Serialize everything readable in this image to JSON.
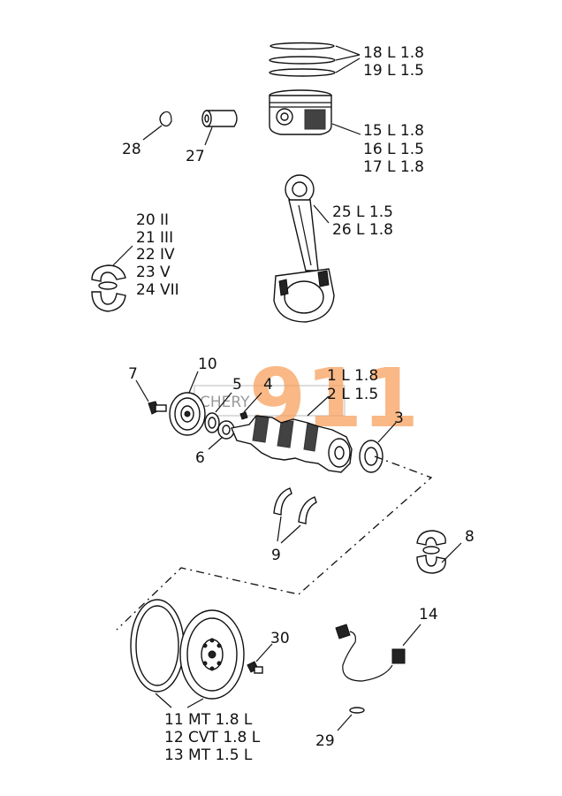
{
  "watermark": {
    "brand": "CHERY",
    "number": "911",
    "accent": "#f7a15e"
  },
  "labels": {
    "l18": "18 L 1.8",
    "l19": "19 L 1.5",
    "l15": "15  L 1.8",
    "l16": "16  L 1.5",
    "l17": "17  L 1.8",
    "l28": "28",
    "l27": "27",
    "l25": "25  L 1.5",
    "l26": "26  L 1.8",
    "l20": "20 II",
    "l21": "21 III",
    "l22": "22 IV",
    "l23": "23 V",
    "l24": "24 VII",
    "l7": "7",
    "l10": "10",
    "l5": "5",
    "l4": "4",
    "l1": "1 L 1.8",
    "l2": "2 L 1.5",
    "l3": "3",
    "l6": "6",
    "l9": "9",
    "l8": "8",
    "l14": "14",
    "l30": "30",
    "l11": "11  MT 1.8 L",
    "l12": "12  CVT 1.8 L",
    "l13": "13  MT 1.5 L",
    "l29": "29"
  },
  "icons": [
    "piston-ring-icon",
    "piston-icon",
    "piston-pin-icon",
    "circlip-icon",
    "connecting-rod-icon",
    "bearing-shell-icon",
    "bolt-icon",
    "pulley-icon",
    "crankshaft-icon",
    "seal-icon",
    "thrust-washer-icon",
    "flywheel-icon",
    "sensor-icon"
  ]
}
